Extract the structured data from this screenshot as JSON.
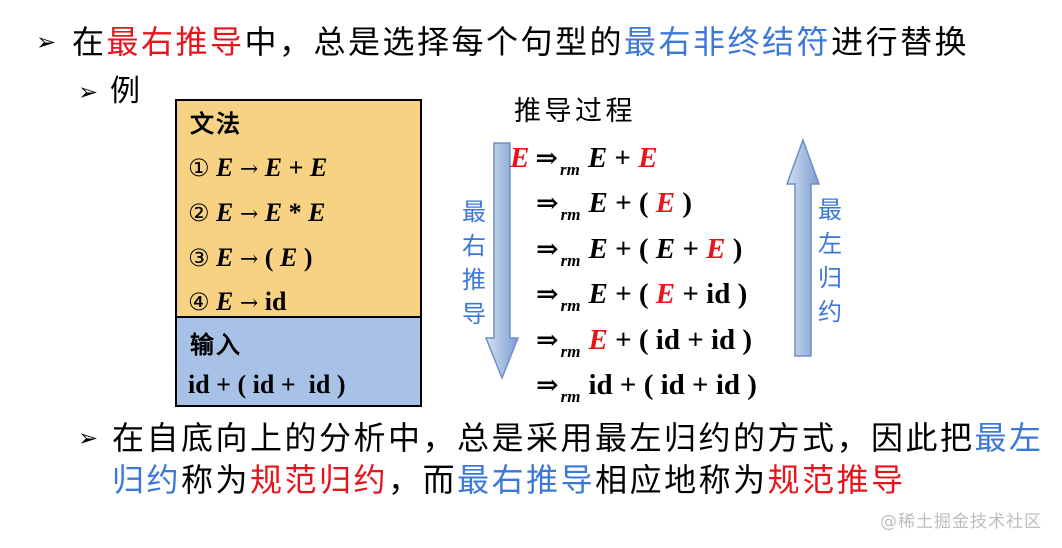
{
  "colors": {
    "red": "#E8141B",
    "blue": "#3C78D8",
    "grammar_panel": "#F8D283",
    "input_panel": "#A8C2E7"
  },
  "intro": {
    "bullet": "➢",
    "segments": [
      {
        "text": "在"
      },
      {
        "text": "最右推导",
        "color": "red"
      },
      {
        "text": "中，总是选择每个句型的"
      },
      {
        "text": "最右非终结符",
        "color": "blue"
      },
      {
        "text": "进行替换"
      }
    ]
  },
  "example": {
    "bullet": "➢",
    "label": "例"
  },
  "grammar": {
    "title": "文法",
    "rules": [
      {
        "num": "①",
        "lhs": "E",
        "arrow": "→",
        "rhs": [
          {
            "text": "E"
          },
          {
            "text": "+"
          },
          {
            "text": "E"
          }
        ]
      },
      {
        "num": "②",
        "lhs": "E",
        "arrow": "→",
        "rhs": [
          {
            "text": "E"
          },
          {
            "text": "*"
          },
          {
            "text": "E"
          }
        ]
      },
      {
        "num": "③",
        "lhs": "E",
        "arrow": "→",
        "rhs": [
          {
            "text": "("
          },
          {
            "text": "E"
          },
          {
            "text": ")"
          }
        ]
      },
      {
        "num": "④",
        "lhs": "E",
        "arrow": "→",
        "rhs": [
          {
            "text": "id"
          }
        ]
      }
    ],
    "input_title": "输入",
    "input": "id + ( id +  id )"
  },
  "derivation": {
    "title": "推导过程",
    "start": {
      "text": "E",
      "color": "red"
    },
    "arrow": "⇒",
    "subscript": "rm",
    "steps": [
      [
        {
          "text": "E"
        },
        {
          "text": "+"
        },
        {
          "text": "E",
          "color": "red"
        }
      ],
      [
        {
          "text": "E"
        },
        {
          "text": "+"
        },
        {
          "text": "("
        },
        {
          "text": "E",
          "color": "red"
        },
        {
          "text": ")"
        }
      ],
      [
        {
          "text": "E"
        },
        {
          "text": "+"
        },
        {
          "text": "("
        },
        {
          "text": "E"
        },
        {
          "text": "+"
        },
        {
          "text": "E",
          "color": "red"
        },
        {
          "text": ")"
        }
      ],
      [
        {
          "text": "E"
        },
        {
          "text": "+"
        },
        {
          "text": "("
        },
        {
          "text": "E",
          "color": "red"
        },
        {
          "text": "+"
        },
        {
          "text": "id"
        },
        {
          "text": ")"
        }
      ],
      [
        {
          "text": "E",
          "color": "red"
        },
        {
          "text": "+"
        },
        {
          "text": "("
        },
        {
          "text": "id"
        },
        {
          "text": "+"
        },
        {
          "text": "id"
        },
        {
          "text": ")"
        }
      ],
      [
        {
          "text": "id"
        },
        {
          "text": "+"
        },
        {
          "text": "("
        },
        {
          "text": "id"
        },
        {
          "text": "+"
        },
        {
          "text": "id"
        },
        {
          "text": ")"
        }
      ]
    ]
  },
  "arrows": {
    "down_label": "最右推导",
    "up_label": "最左归约"
  },
  "conclusion": {
    "bullet": "➢",
    "lines": [
      [
        {
          "text": "在自底向上的分析中，总是采用最左归约的方式，因此把"
        },
        {
          "text": "最左",
          "color": "blue"
        }
      ],
      [
        {
          "text": "归约",
          "color": "blue"
        },
        {
          "text": "称为"
        },
        {
          "text": "规范归约",
          "color": "red"
        },
        {
          "text": "，而"
        },
        {
          "text": "最右推导",
          "color": "blue"
        },
        {
          "text": "相应地称为"
        },
        {
          "text": "规范推导",
          "color": "red"
        }
      ]
    ]
  },
  "watermark": "@稀土掘金技术社区"
}
